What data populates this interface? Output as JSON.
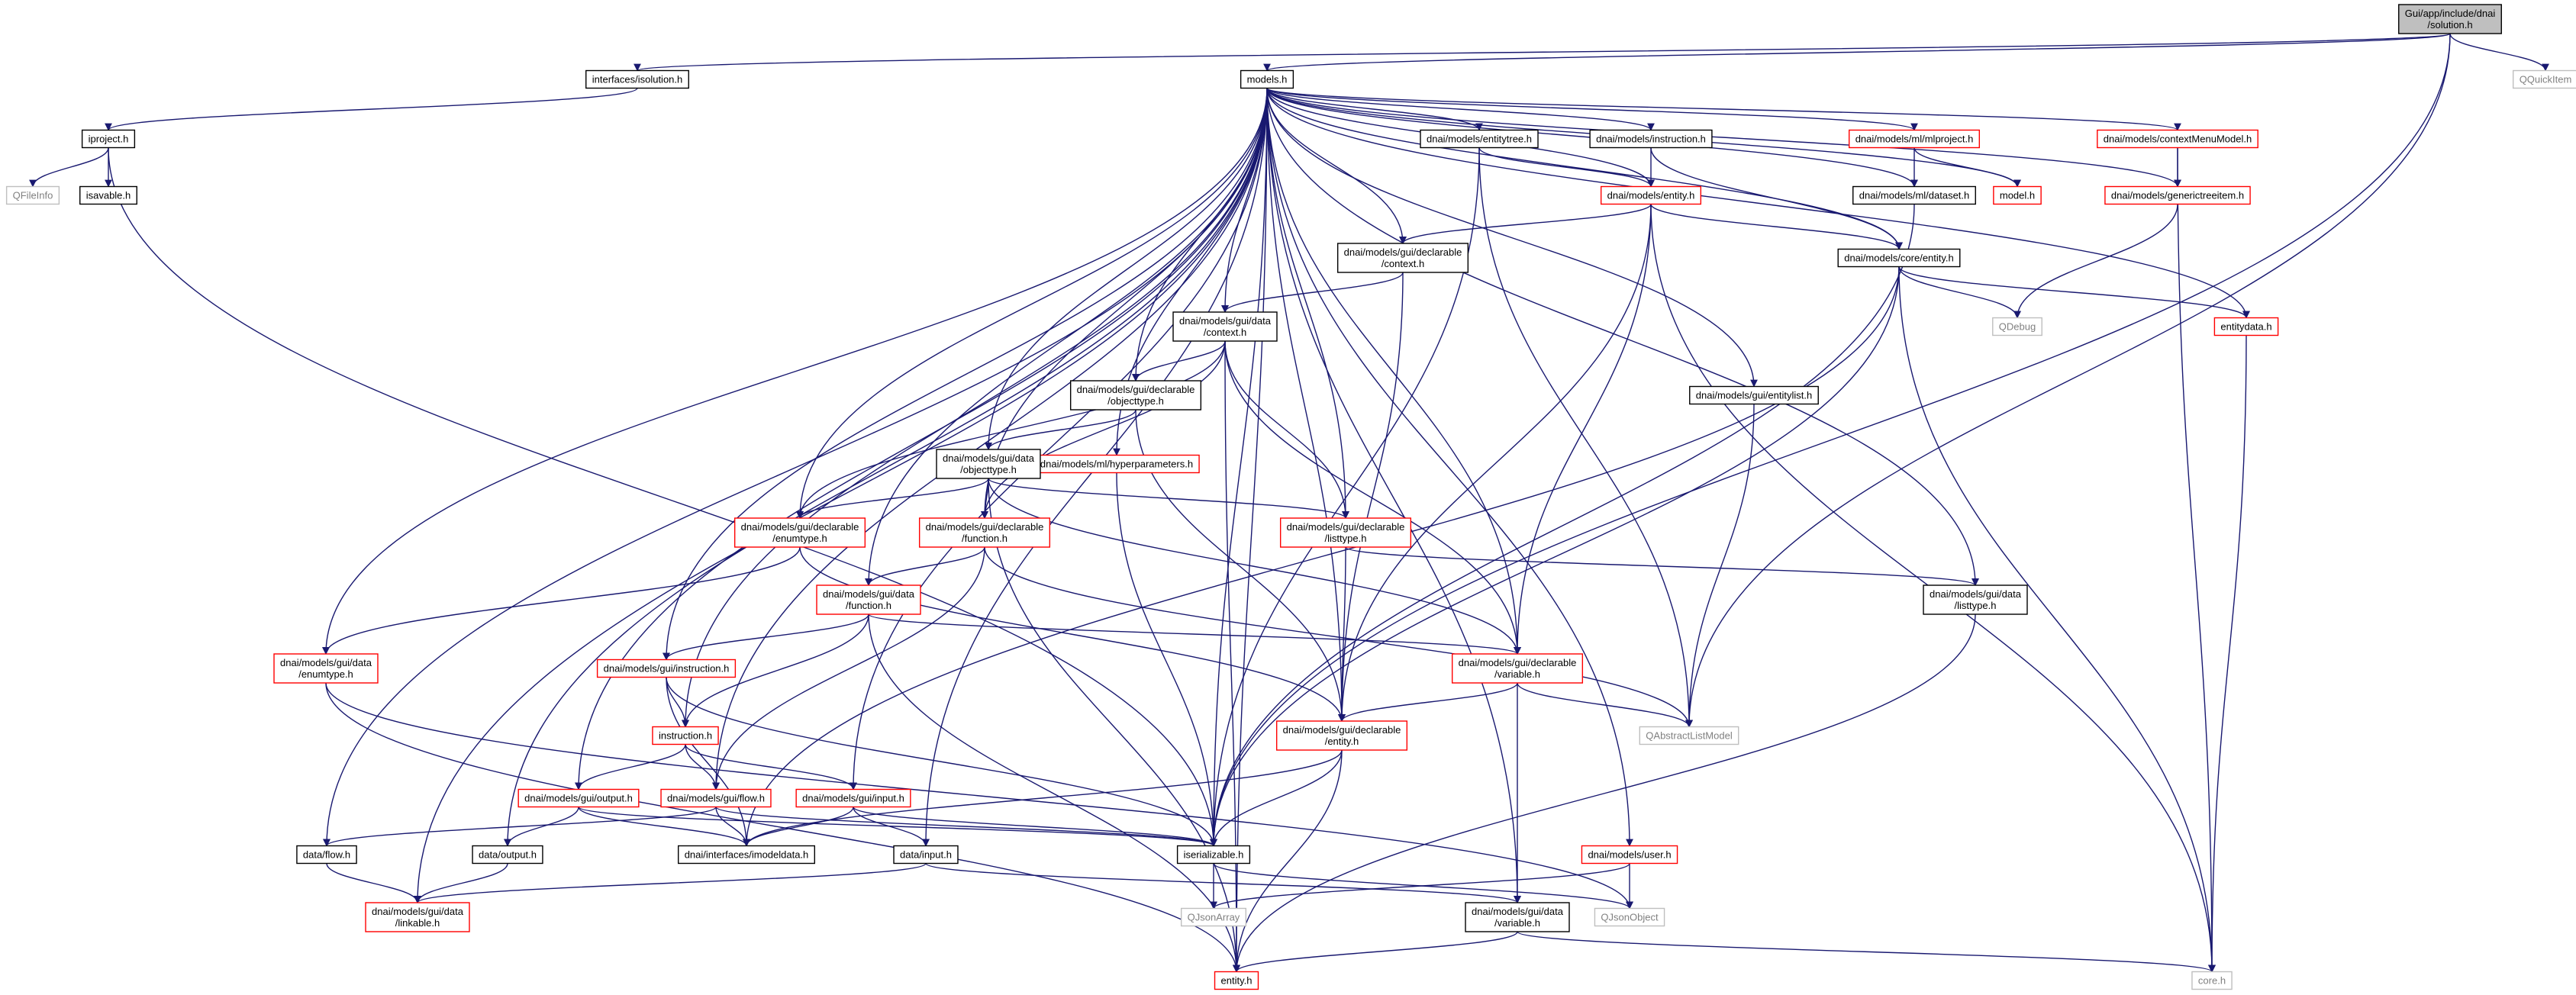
{
  "graph": {
    "root": "Gui/app/include/dnai/solution.h",
    "style": {
      "edge_color": "#191970",
      "text_color": "#000000",
      "root_fill": "#bfbfbf",
      "documented_border": "#000000",
      "undocumented_border": "#ff0000",
      "external_border": "#bfbfbf",
      "external_text": "#808080"
    },
    "nodes": [
      {
        "id": "solution",
        "lines": [
          "Gui/app/include/dnai",
          "/solution.h"
        ],
        "kind": "root"
      },
      {
        "id": "isolution",
        "lines": [
          "interfaces/isolution.h"
        ],
        "kind": "doc"
      },
      {
        "id": "models",
        "lines": [
          "models.h"
        ],
        "kind": "doc"
      },
      {
        "id": "qquickitem",
        "lines": [
          "QQuickItem"
        ],
        "kind": "ext"
      },
      {
        "id": "iproject",
        "lines": [
          "iproject.h"
        ],
        "kind": "doc"
      },
      {
        "id": "qfileinfo",
        "lines": [
          "QFileInfo"
        ],
        "kind": "ext"
      },
      {
        "id": "isavable",
        "lines": [
          "isavable.h"
        ],
        "kind": "doc"
      },
      {
        "id": "entitytree",
        "lines": [
          "dnai/models/entitytree.h"
        ],
        "kind": "doc"
      },
      {
        "id": "instruction",
        "lines": [
          "dnai/models/instruction.h"
        ],
        "kind": "doc"
      },
      {
        "id": "mlproject",
        "lines": [
          "dnai/models/ml/mlproject.h"
        ],
        "kind": "undoc"
      },
      {
        "id": "contextmenu",
        "lines": [
          "dnai/models/contextMenuModel.h"
        ],
        "kind": "undoc"
      },
      {
        "id": "mentity",
        "lines": [
          "dnai/models/entity.h"
        ],
        "kind": "undoc"
      },
      {
        "id": "dataset",
        "lines": [
          "dnai/models/ml/dataset.h"
        ],
        "kind": "doc"
      },
      {
        "id": "modelh",
        "lines": [
          "model.h"
        ],
        "kind": "undoc"
      },
      {
        "id": "generictree",
        "lines": [
          "dnai/models/generictreeitem.h"
        ],
        "kind": "undoc"
      },
      {
        "id": "declcontext",
        "lines": [
          "dnai/models/gui/declarable",
          "/context.h"
        ],
        "kind": "doc"
      },
      {
        "id": "coreentity",
        "lines": [
          "dnai/models/core/entity.h"
        ],
        "kind": "doc"
      },
      {
        "id": "datacontext",
        "lines": [
          "dnai/models/gui/data",
          "/context.h"
        ],
        "kind": "doc"
      },
      {
        "id": "qdebug",
        "lines": [
          "QDebug"
        ],
        "kind": "ext"
      },
      {
        "id": "entitydata",
        "lines": [
          "entitydata.h"
        ],
        "kind": "undoc"
      },
      {
        "id": "declobjtype",
        "lines": [
          "dnai/models/gui/declarable",
          "/objecttype.h"
        ],
        "kind": "doc"
      },
      {
        "id": "entitylist",
        "lines": [
          "dnai/models/gui/entitylist.h"
        ],
        "kind": "doc"
      },
      {
        "id": "hyperparams",
        "lines": [
          "dnai/models/ml/hyperparameters.h"
        ],
        "kind": "undoc"
      },
      {
        "id": "dataobjtype",
        "lines": [
          "dnai/models/gui/data",
          "/objecttype.h"
        ],
        "kind": "doc"
      },
      {
        "id": "declenum",
        "lines": [
          "dnai/models/gui/declarable",
          "/enumtype.h"
        ],
        "kind": "undoc"
      },
      {
        "id": "declfunc",
        "lines": [
          "dnai/models/gui/declarable",
          "/function.h"
        ],
        "kind": "undoc"
      },
      {
        "id": "decllist",
        "lines": [
          "dnai/models/gui/declarable",
          "/listtype.h"
        ],
        "kind": "undoc"
      },
      {
        "id": "datafunc",
        "lines": [
          "dnai/models/gui/data",
          "/function.h"
        ],
        "kind": "undoc"
      },
      {
        "id": "datalisttype",
        "lines": [
          "dnai/models/gui/data",
          "/listtype.h"
        ],
        "kind": "doc"
      },
      {
        "id": "dataenum",
        "lines": [
          "dnai/models/gui/data",
          "/enumtype.h"
        ],
        "kind": "undoc"
      },
      {
        "id": "guiinstr",
        "lines": [
          "dnai/models/gui/instruction.h"
        ],
        "kind": "undoc"
      },
      {
        "id": "declvar",
        "lines": [
          "dnai/models/gui/declarable",
          "/variable.h"
        ],
        "kind": "undoc"
      },
      {
        "id": "qabstract",
        "lines": [
          "QAbstractListModel"
        ],
        "kind": "ext"
      },
      {
        "id": "instrh",
        "lines": [
          "instruction.h"
        ],
        "kind": "undoc"
      },
      {
        "id": "declentity",
        "lines": [
          "dnai/models/gui/declarable",
          "/entity.h"
        ],
        "kind": "undoc"
      },
      {
        "id": "guioutput",
        "lines": [
          "dnai/models/gui/output.h"
        ],
        "kind": "undoc"
      },
      {
        "id": "guiflow",
        "lines": [
          "dnai/models/gui/flow.h"
        ],
        "kind": "undoc"
      },
      {
        "id": "guiinput",
        "lines": [
          "dnai/models/gui/input.h"
        ],
        "kind": "undoc"
      },
      {
        "id": "dataflow",
        "lines": [
          "data/flow.h"
        ],
        "kind": "doc"
      },
      {
        "id": "dataoutput",
        "lines": [
          "data/output.h"
        ],
        "kind": "doc"
      },
      {
        "id": "imodeldata",
        "lines": [
          "dnai/interfaces/imodeldata.h"
        ],
        "kind": "doc"
      },
      {
        "id": "datainput",
        "lines": [
          "data/input.h"
        ],
        "kind": "doc"
      },
      {
        "id": "iserial",
        "lines": [
          "iserializable.h"
        ],
        "kind": "doc"
      },
      {
        "id": "user",
        "lines": [
          "dnai/models/user.h"
        ],
        "kind": "undoc"
      },
      {
        "id": "linkable",
        "lines": [
          "dnai/models/gui/data",
          "/linkable.h"
        ],
        "kind": "undoc"
      },
      {
        "id": "qjsonarray",
        "lines": [
          "QJsonArray"
        ],
        "kind": "ext"
      },
      {
        "id": "datavar",
        "lines": [
          "dnai/models/gui/data",
          "/variable.h"
        ],
        "kind": "doc"
      },
      {
        "id": "qjsonobject",
        "lines": [
          "QJsonObject"
        ],
        "kind": "ext"
      },
      {
        "id": "entityh",
        "lines": [
          "entity.h"
        ],
        "kind": "undoc"
      },
      {
        "id": "coreh",
        "lines": [
          "core.h"
        ],
        "kind": "ext"
      }
    ],
    "edges": [
      [
        "solution",
        "isolution"
      ],
      [
        "solution",
        "models"
      ],
      [
        "solution",
        "qquickitem"
      ],
      [
        "solution",
        "qabstract"
      ],
      [
        "solution",
        "iserial"
      ],
      [
        "isolution",
        "iproject"
      ],
      [
        "iproject",
        "qfileinfo"
      ],
      [
        "iproject",
        "isavable"
      ],
      [
        "iproject",
        "iserial"
      ],
      [
        "models",
        "entitytree"
      ],
      [
        "models",
        "instruction"
      ],
      [
        "models",
        "mlproject"
      ],
      [
        "models",
        "contextmenu"
      ],
      [
        "models",
        "mentity"
      ],
      [
        "models",
        "dataset"
      ],
      [
        "models",
        "modelh"
      ],
      [
        "models",
        "generictree"
      ],
      [
        "models",
        "declcontext"
      ],
      [
        "models",
        "coreentity"
      ],
      [
        "models",
        "datacontext"
      ],
      [
        "models",
        "entitydata"
      ],
      [
        "models",
        "declobjtype"
      ],
      [
        "models",
        "entitylist"
      ],
      [
        "models",
        "hyperparams"
      ],
      [
        "models",
        "dataobjtype"
      ],
      [
        "models",
        "declenum"
      ],
      [
        "models",
        "declfunc"
      ],
      [
        "models",
        "decllist"
      ],
      [
        "models",
        "datafunc"
      ],
      [
        "models",
        "datalisttype"
      ],
      [
        "models",
        "dataenum"
      ],
      [
        "models",
        "guiinstr"
      ],
      [
        "models",
        "declvar"
      ],
      [
        "models",
        "instrh"
      ],
      [
        "models",
        "declentity"
      ],
      [
        "models",
        "guioutput"
      ],
      [
        "models",
        "guiflow"
      ],
      [
        "models",
        "guiinput"
      ],
      [
        "models",
        "dataflow"
      ],
      [
        "models",
        "dataoutput"
      ],
      [
        "models",
        "datainput"
      ],
      [
        "models",
        "iserial"
      ],
      [
        "models",
        "user"
      ],
      [
        "models",
        "linkable"
      ],
      [
        "models",
        "datavar"
      ],
      [
        "models",
        "entityh"
      ],
      [
        "entitytree",
        "mentity"
      ],
      [
        "entitytree",
        "qabstract"
      ],
      [
        "entitytree",
        "iserial"
      ],
      [
        "instruction",
        "mentity"
      ],
      [
        "instruction",
        "coreentity"
      ],
      [
        "mlproject",
        "dataset"
      ],
      [
        "mlproject",
        "modelh"
      ],
      [
        "contextmenu",
        "generictree"
      ],
      [
        "contextmenu",
        "coreh"
      ],
      [
        "mentity",
        "declcontext"
      ],
      [
        "mentity",
        "coreentity"
      ],
      [
        "mentity",
        "declvar"
      ],
      [
        "mentity",
        "declentity"
      ],
      [
        "mentity",
        "coreh"
      ],
      [
        "dataset",
        "iserial"
      ],
      [
        "generictree",
        "qdebug"
      ],
      [
        "declcontext",
        "datacontext"
      ],
      [
        "declcontext",
        "declentity"
      ],
      [
        "coreentity",
        "qdebug"
      ],
      [
        "coreentity",
        "entitydata"
      ],
      [
        "coreentity",
        "imodeldata"
      ],
      [
        "coreentity",
        "iserial"
      ],
      [
        "coreentity",
        "coreh"
      ],
      [
        "entitydata",
        "coreh"
      ],
      [
        "datacontext",
        "declobjtype"
      ],
      [
        "datacontext",
        "declenum"
      ],
      [
        "datacontext",
        "declfunc"
      ],
      [
        "datacontext",
        "decllist"
      ],
      [
        "datacontext",
        "declvar"
      ],
      [
        "datacontext",
        "entityh"
      ],
      [
        "declobjtype",
        "dataobjtype"
      ],
      [
        "declobjtype",
        "declentity"
      ],
      [
        "entitylist",
        "qabstract"
      ],
      [
        "hyperparams",
        "iserial"
      ],
      [
        "dataobjtype",
        "declenum"
      ],
      [
        "dataobjtype",
        "declfunc"
      ],
      [
        "dataobjtype",
        "decllist"
      ],
      [
        "dataobjtype",
        "declvar"
      ],
      [
        "dataobjtype",
        "entityh"
      ],
      [
        "declenum",
        "dataenum"
      ],
      [
        "declenum",
        "declentity"
      ],
      [
        "declfunc",
        "datafunc"
      ],
      [
        "declfunc",
        "guiflow"
      ],
      [
        "declfunc",
        "qabstract"
      ],
      [
        "decllist",
        "datalisttype"
      ],
      [
        "decllist",
        "declentity"
      ],
      [
        "datafunc",
        "guiinstr"
      ],
      [
        "datafunc",
        "declvar"
      ],
      [
        "datafunc",
        "instrh"
      ],
      [
        "datafunc",
        "entityh"
      ],
      [
        "datalisttype",
        "entityh"
      ],
      [
        "dataenum",
        "qjsonobject"
      ],
      [
        "dataenum",
        "entityh"
      ],
      [
        "guiinstr",
        "instrh"
      ],
      [
        "guiinstr",
        "iserial"
      ],
      [
        "guiinstr",
        "imodeldata"
      ],
      [
        "declvar",
        "declentity"
      ],
      [
        "declvar",
        "qabstract"
      ],
      [
        "declvar",
        "datavar"
      ],
      [
        "instrh",
        "guioutput"
      ],
      [
        "instrh",
        "guiflow"
      ],
      [
        "instrh",
        "guiinput"
      ],
      [
        "declentity",
        "imodeldata"
      ],
      [
        "declentity",
        "iserial"
      ],
      [
        "declentity",
        "entityh"
      ],
      [
        "guioutput",
        "dataoutput"
      ],
      [
        "guioutput",
        "imodeldata"
      ],
      [
        "guioutput",
        "iserial"
      ],
      [
        "guiflow",
        "dataflow"
      ],
      [
        "guiflow",
        "imodeldata"
      ],
      [
        "guiflow",
        "iserial"
      ],
      [
        "guiinput",
        "datainput"
      ],
      [
        "guiinput",
        "imodeldata"
      ],
      [
        "guiinput",
        "iserial"
      ],
      [
        "dataflow",
        "linkable"
      ],
      [
        "dataoutput",
        "linkable"
      ],
      [
        "datainput",
        "linkable"
      ],
      [
        "datainput",
        "datavar"
      ],
      [
        "iserial",
        "qjsonarray"
      ],
      [
        "iserial",
        "qjsonobject"
      ],
      [
        "user",
        "qjsonarray"
      ],
      [
        "user",
        "qjsonobject"
      ],
      [
        "datavar",
        "entityh"
      ],
      [
        "datavar",
        "coreh"
      ]
    ]
  }
}
